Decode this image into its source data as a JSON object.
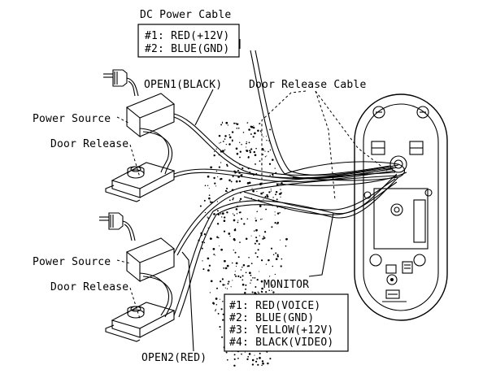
{
  "labels": {
    "dc_power_cable": "DC Power Cable",
    "dc_line1": "#1: RED(+12V)",
    "dc_line2": "#2: BLUE(GND)",
    "open1": "OPEN1(BLACK)",
    "door_release_cable": "Door Release Cable",
    "power_source_1": "Power Source",
    "door_release_1": "Door Release",
    "power_source_2": "Power Source",
    "door_release_2": "Door Release",
    "monitor": "MONITOR",
    "mon_line1": "#1: RED(VOICE)",
    "mon_line2": "#2: BLUE(GND)",
    "mon_line3": "#3: YELLOW(+12V)",
    "mon_line4": "#4: BLACK(VIDEO)",
    "open2": "OPEN2(RED)"
  },
  "icons": [
    "plug-icon",
    "power-adapter-icon",
    "door-release-icon",
    "wall-section",
    "door-station-panel"
  ]
}
